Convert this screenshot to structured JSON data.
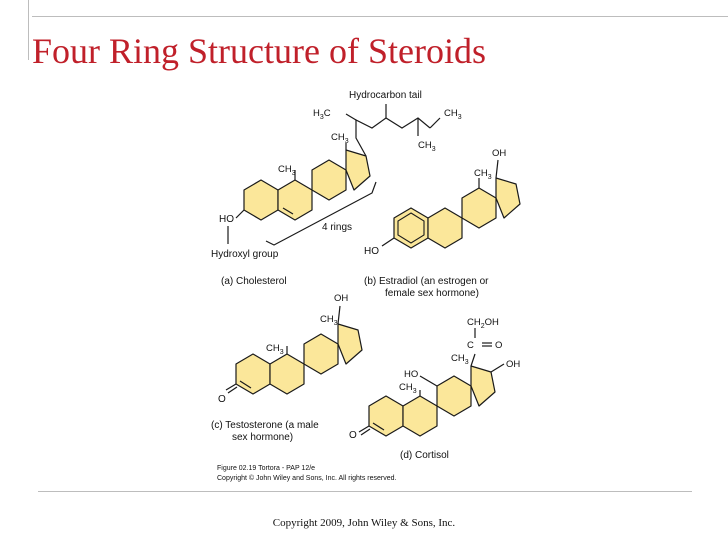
{
  "slide": {
    "title": "Four Ring Structure of Steroids",
    "footer": "Copyright 2009, John Wiley & Sons, Inc."
  },
  "figure": {
    "cholesterol": {
      "tail_label": "Hydrocarbon tail",
      "h3c": "H",
      "ch3": "CH",
      "sub3": "3",
      "ho": "HO",
      "rings_label": "4 rings",
      "hydroxyl_label": "Hydroxyl group",
      "caption": "(a)  Cholesterol"
    },
    "estradiol": {
      "oh": "OH",
      "ho": "HO",
      "caption_line1": "(b)  Estradiol (an estrogen or",
      "caption_line2": "female sex hormone)"
    },
    "testosterone": {
      "oh": "OH",
      "o": "O",
      "caption_line1": "(c)  Testosterone (a male",
      "caption_line2": "sex hormone)"
    },
    "cortisol": {
      "ch2oh": "CH",
      "oh_suffix": "OH",
      "co": "C  O",
      "ho": "HO",
      "oh": "OH",
      "o": "O",
      "caption": "(d)  Cortisol"
    },
    "credit_line1": "Figure 02.19  Tortora - PAP 12/e",
    "credit_line2": "Copyright © John Wiley and Sons, Inc. All rights reserved."
  }
}
